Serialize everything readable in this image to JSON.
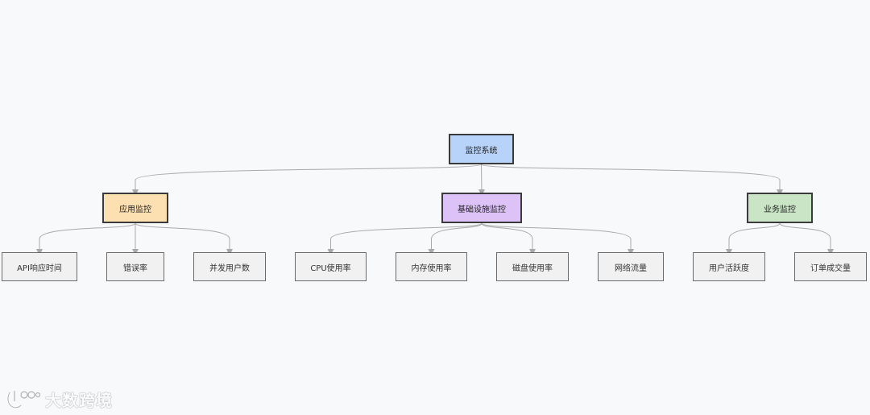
{
  "colors": {
    "root_fill": "#b7d3fa",
    "app_fill": "#fde0b2",
    "infra_fill": "#dcc2f7",
    "business_fill": "#c9e5c6",
    "leaf_fill": "#f1f1f1",
    "connector": "#a9a9a9",
    "node_border": "#3a3a3a"
  },
  "diagram": {
    "root": {
      "label": "监控系统"
    },
    "branches": [
      {
        "label": "应用监控",
        "children": [
          "API响应时间",
          "错误率",
          "并发用户数"
        ]
      },
      {
        "label": "基础设施监控",
        "children": [
          "CPU使用率",
          "内存使用率",
          "磁盘使用率",
          "网络流量"
        ]
      },
      {
        "label": "业务监控",
        "children": [
          "用户活跃度",
          "订单成交量"
        ]
      }
    ]
  },
  "watermark": {
    "text": "大数跨境",
    "icon": "brand-logo-icon"
  }
}
